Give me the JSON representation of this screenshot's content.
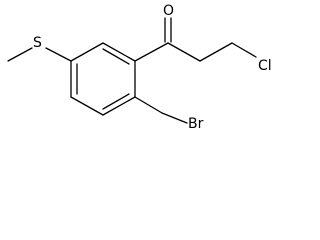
{
  "molecule": {
    "atoms": {
      "oxygen": "O",
      "sulfur": "S",
      "chlorine": "Cl",
      "bromine": "Br"
    },
    "colors": {
      "bond": "#000000",
      "label": "#000000",
      "background": "#ffffff"
    }
  }
}
